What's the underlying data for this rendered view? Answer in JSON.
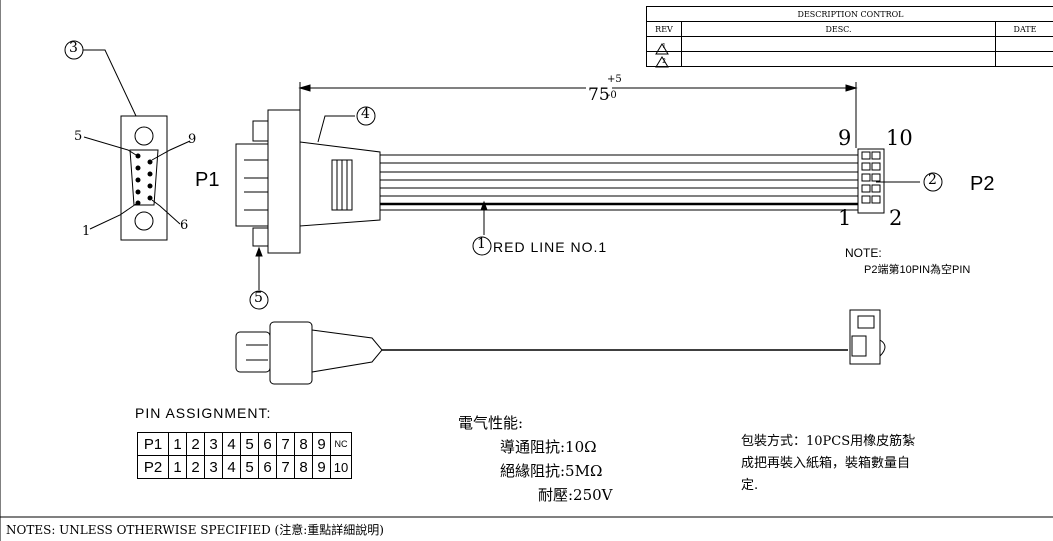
{
  "description_control": {
    "title": "DESCRIPTION CONTROL",
    "col_rev": "REV",
    "col_desc": "DESC.",
    "col_date": "DATE",
    "rev_marks": [
      "1",
      "2"
    ]
  },
  "labels": {
    "p1": "P1",
    "p2": "P2",
    "callout_1": "1",
    "callout_2": "2",
    "callout_3": "3",
    "callout_4": "4",
    "callout_5": "5",
    "p1_pin5": "5",
    "p1_pin9": "9",
    "p1_pin1": "1",
    "p1_pin6": "6",
    "p2_pin9": "9",
    "p2_pin10": "10",
    "p2_pin1": "1",
    "p2_pin2": "2",
    "dimension": "75",
    "tol_plus": "+5",
    "tol_minus": "-0",
    "red_line": "RED LINE NO.1",
    "note_title": "NOTE:",
    "note_text": "P2端第10PIN為空PIN"
  },
  "pin_assignment": {
    "title": "PIN ASSIGNMENT:",
    "rows": [
      {
        "name": "P1",
        "pins": [
          "1",
          "2",
          "3",
          "4",
          "5",
          "6",
          "7",
          "8",
          "9",
          "NC"
        ]
      },
      {
        "name": "P2",
        "pins": [
          "1",
          "2",
          "3",
          "4",
          "5",
          "6",
          "7",
          "8",
          "9",
          "10"
        ]
      }
    ]
  },
  "electrical": {
    "title": "電气性能:",
    "lines": [
      "導通阻抗:10Ω",
      "絕緣阻抗:5MΩ",
      "耐壓:250V"
    ]
  },
  "packaging": {
    "lines": [
      "包裝方式：10PCS用橡皮筋紮",
      "成把再裝入紙箱，裝箱數量自",
      "定."
    ]
  },
  "footer": {
    "notes": "NOTES: UNLESS OTHERWISE SPECIFIED  (注意:重點詳細說明)"
  }
}
